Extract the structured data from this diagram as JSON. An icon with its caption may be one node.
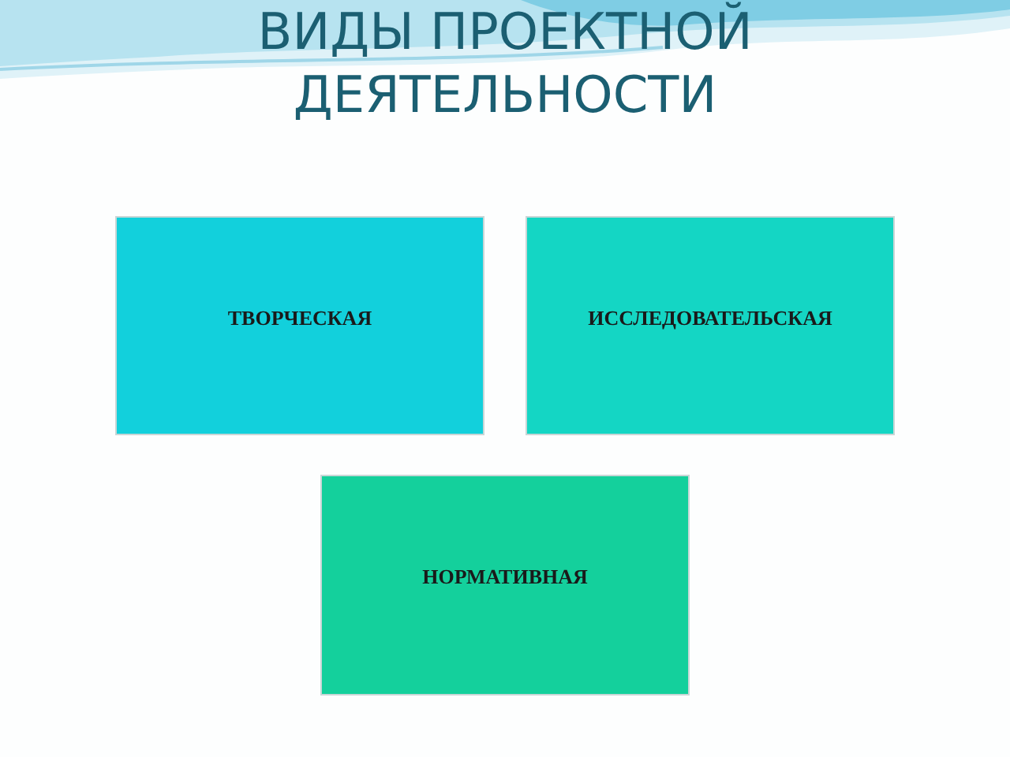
{
  "diagram": {
    "title": "ВИДЫ ПРОЕКТНОЙ ДЕЯТЕЛЬНОСТИ",
    "nodes": [
      {
        "text": [
          "ТВОРЧЕСКАЯ"
        ]
      },
      {
        "text": [
          "ИССЛЕДОВАТЕЛЬСКАЯ"
        ]
      },
      {
        "text": [
          "НОРМАТИВНАЯ"
        ]
      }
    ]
  }
}
